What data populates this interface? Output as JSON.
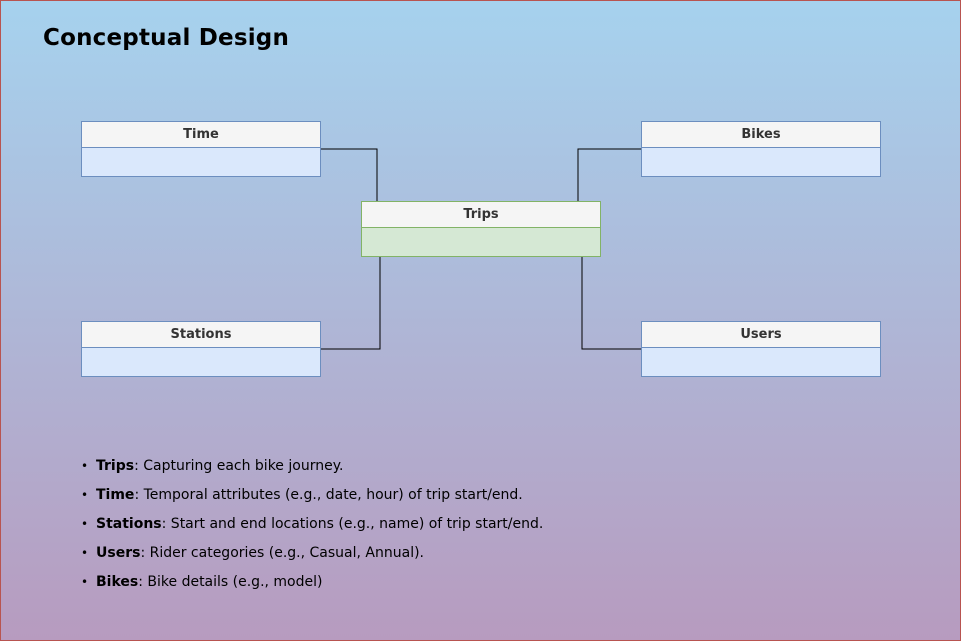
{
  "diagram": {
    "title": "Conceptual Design",
    "entities": {
      "time": "Time",
      "bikes": "Bikes",
      "trips": "Trips",
      "stations": "Stations",
      "users": "Users"
    },
    "notes": [
      {
        "term": "Trips",
        "desc": ": Capturing each bike journey."
      },
      {
        "term": "Time",
        "desc": ": Temporal attributes (e.g., date, hour) of trip start/end."
      },
      {
        "term": "Stations",
        "desc": ": Start and end locations (e.g., name) of trip start/end."
      },
      {
        "term": "Users",
        "desc": ": Rider categories (e.g., Casual, Annual)."
      },
      {
        "term": "Bikes",
        "desc": ": Bike details (e.g., model)"
      }
    ],
    "bullet": "•",
    "colors": {
      "border": "#b85450",
      "gradient_top": "#a6d2ee",
      "gradient_bottom": "#b79bbf",
      "dimension_fill": "#dae8fc",
      "dimension_border": "#6c8ebf",
      "fact_fill": "#d5e8d4",
      "fact_border": "#82b366",
      "header_fill": "#f5f5f5"
    }
  }
}
